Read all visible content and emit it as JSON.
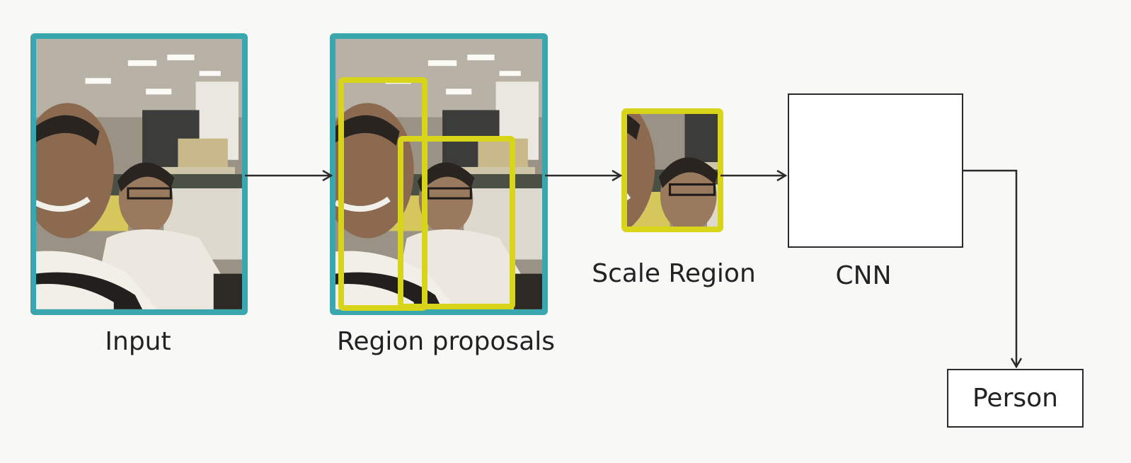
{
  "labels": {
    "input": "Input",
    "region_proposals": "Region proposals",
    "scale_region": "Scale Region",
    "cnn": "CNN",
    "person": "Person"
  },
  "colors": {
    "background": "#f8f8f6",
    "input_frame": "#3aa6ad",
    "proposal_box": "#d8d41a",
    "line": "#2b2b2b",
    "photo_wall": "#8a8274",
    "photo_floor": "#3a4138",
    "photo_shirt": "#ece8e0",
    "photo_skin": "#8a6a52",
    "photo_hair": "#2a2420"
  },
  "icons": {
    "photo": "photo-icon",
    "arrow": "arrow-right-icon"
  }
}
